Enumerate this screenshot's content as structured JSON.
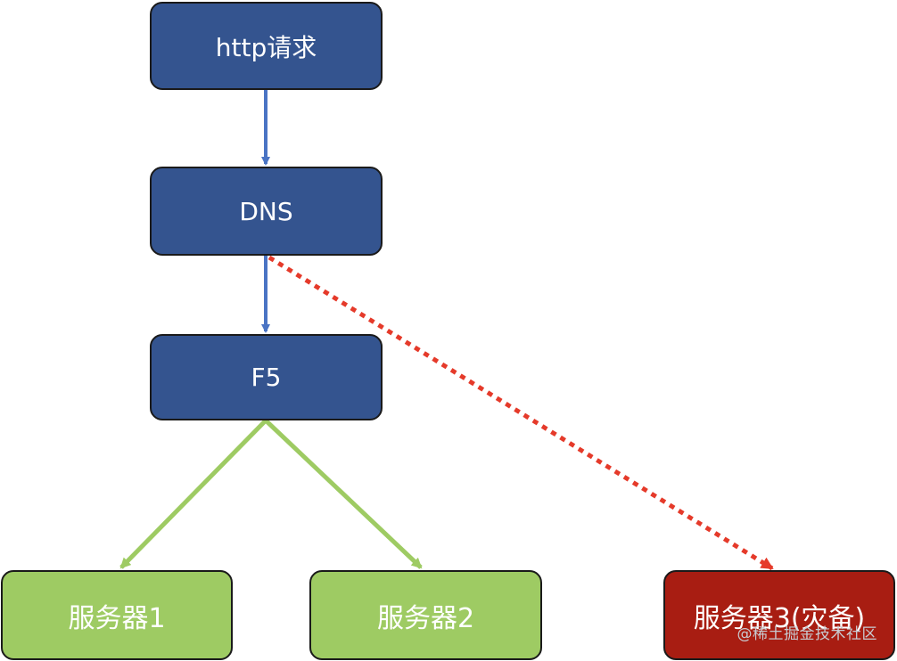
{
  "nodes": {
    "http_request": "http请求",
    "dns": "DNS",
    "f5": "F5",
    "server1": "服务器1",
    "server2": "服务器2",
    "server3": "服务器3(灾备)"
  },
  "colors": {
    "primary_node": "#34548f",
    "server_node": "#9ecb63",
    "backup_node": "#a81d12",
    "primary_arrow": "#4a74c4",
    "balance_arrow": "#9ecb63",
    "failover_arrow": "#e53a2a"
  },
  "watermark": "@稀土掘金技术社区"
}
